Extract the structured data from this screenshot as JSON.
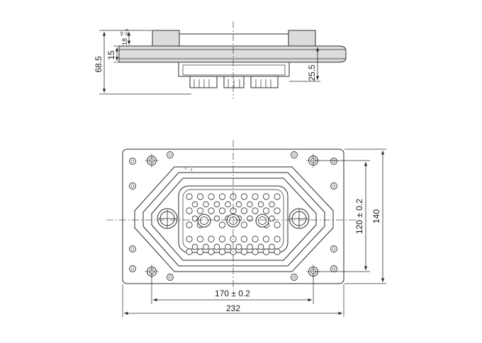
{
  "side_view": {
    "dim_overall_height": "68.5",
    "dim_flange": "15",
    "dim_top_tolerance": "18",
    "dim_top_tolerance_sup": "+0",
    "dim_top_tolerance_sub": "-0.5",
    "dim_body_height": "25.5"
  },
  "front_view": {
    "dim_hole_spacing_x": "170 ± 0.2",
    "dim_overall_width": "232",
    "dim_hole_spacing_y": "120 ± 0.2",
    "dim_overall_height": "140"
  }
}
